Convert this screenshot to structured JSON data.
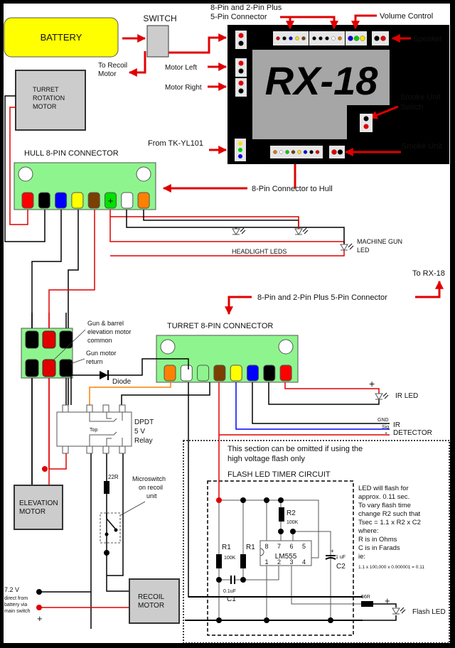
{
  "labels": {
    "battery": "BATTERY",
    "switch": "SWITCH",
    "to_recoil_1": "To Recoil",
    "to_recoil_2": "Motor",
    "motor_left": "Motor Left",
    "motor_right": "Motor Right",
    "connector_top_1": "8-Pin and 2-Pin Plus",
    "connector_top_2": "5-Pin Connector",
    "volume_control": "Volume Control",
    "speaker": "Speaker",
    "rx18": "RX-18",
    "smoke_switch_1": "Smoke Unit",
    "smoke_switch_2": "Switch",
    "smoke_unit": "Smoke Unit",
    "from_tk": "From TK-YL101",
    "turret_rot_1": "TURRET",
    "turret_rot_2": "ROTATION",
    "turret_rot_3": "MOTOR",
    "hull_connector": "HULL 8-PIN CONNECTOR",
    "to_hull": "8-Pin Connector to Hull",
    "headlight_leds": "HEADLIGHT LEDS",
    "mg_led_1": "MACHINE GUN",
    "mg_led_2": "LED",
    "to_rx18": "To RX-18",
    "connector_mid": "8-Pin and 2-Pin Plus 5-Pin Connector",
    "turret_connector": "TURRET 8-PIN CONNECTOR",
    "gun_common_1": "Gun & barrel",
    "gun_common_2": "elevation motor",
    "gun_common_3": "common",
    "gun_return_1": "Gun motor",
    "gun_return_2": "return",
    "diode": "Diode",
    "relay_top": "Top",
    "relay_1": "DPDT",
    "relay_2": "5 V",
    "relay_3": "Relay",
    "ir_led": "IR LED",
    "gnd": "GND",
    "sig": "Sig",
    "plus": "+",
    "ir_det_1": "IR",
    "ir_det_2": "DETECTOR",
    "omit_1": "This section can be omitted if using the",
    "omit_2": "high voltage flash only",
    "flash_title": "FLASH LED TIMER CIRCUIT",
    "r22": "22R",
    "micro_1": "Microswitch",
    "micro_2": "on recoil",
    "micro_3": "unit",
    "elev_1": "ELEVATION",
    "elev_2": "MOTOR",
    "recoil_1": "RECOIL",
    "recoil_2": "MOTOR",
    "v72_1": "7.2 V",
    "v72_2": "direct from",
    "v72_3": "battery via",
    "v72_4": "main switch",
    "r1": "R1",
    "r1b": "R1",
    "r1_val": "100K",
    "r2": "R2",
    "r2_val": "100K",
    "c1_val": "0.1uF",
    "c1": "C1",
    "c2_val": "1 uF",
    "c2": "C2",
    "ic": "LM555",
    "pins_top": [
      "8",
      "7",
      "6",
      "5"
    ],
    "pins_bot": [
      "1",
      "2",
      "3",
      "4"
    ],
    "r56": "56R",
    "flash_led": "Flash LED",
    "note": [
      "LED will flash for",
      "approx. 0.11 sec.",
      "To vary flash time",
      "change R2 such that",
      "Tsec = 1.1 x R2 x C2",
      "where:",
      "R is in Ohms",
      "C is in Farads",
      "ie:"
    ],
    "note_calc": "1.1 x 100,000 x 0.000001 = 0.11"
  },
  "colors": {
    "wire_red": "#e00000",
    "connector_green": "#8ef58e",
    "battery_yellow": "#ffff00",
    "box_gray": "#cccccc",
    "rx_gray": "#a6a6a6"
  },
  "hull_pins": [
    "#ff0000",
    "#000000",
    "#0000ff",
    "#ffff00",
    "#7b3f00",
    "#00e000",
    "#ffffff",
    "#ff8000"
  ],
  "turret_pins": [
    "#ff8000",
    "#ffffff",
    "#8ef58e",
    "#7b3f00",
    "#ffff00",
    "#0000ff",
    "#000000",
    "#ff0000"
  ],
  "rx_connectors": {
    "conn_a": [
      "#cc0000",
      "#000000",
      "#0000cc",
      "#ffdd00",
      "#7b3f00"
    ],
    "conn_b": [
      "#000000",
      "#000000",
      "#000000",
      "#ffffff",
      "#dd7700"
    ],
    "volume": [
      "#0000dd",
      "#00cc00",
      "#ffdd00"
    ],
    "speaker": [
      "#000000",
      "#dd0000"
    ],
    "bottom": [
      "#dd7700",
      "#ffffff",
      "#00cc00",
      "#7b3f00",
      "#ffdd00",
      "#0000dd",
      "#000000",
      "#dd0000"
    ],
    "from_tk": [
      "#ffdd00",
      "#00cc00",
      "#0000dd"
    ]
  }
}
